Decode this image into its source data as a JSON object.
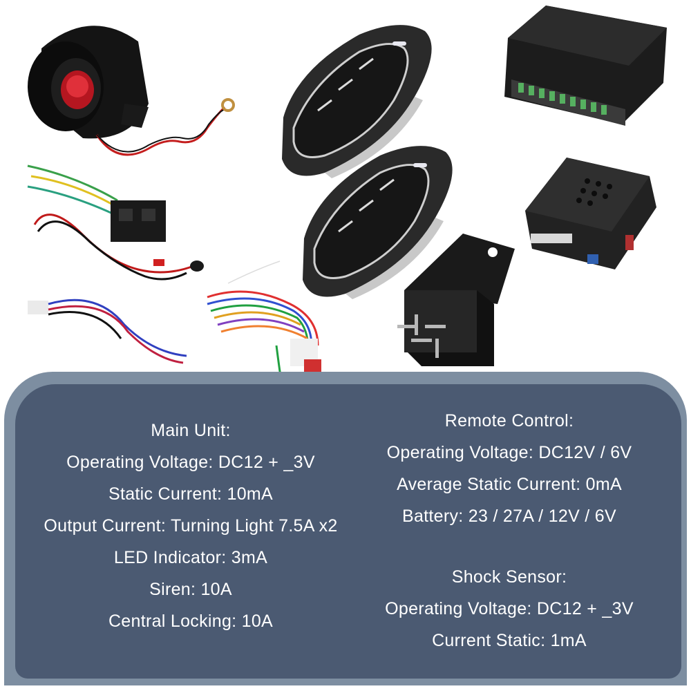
{
  "main_unit": {
    "heading": "Main Unit:",
    "lines": [
      "Operating Voltage: DC12 + _3V",
      "Static Current: 10mA",
      "Output Current: Turning Light 7.5A x2",
      "LED Indicator: 3mA",
      "Siren: 10A",
      "Central Locking: 10A"
    ]
  },
  "remote_control": {
    "heading": "Remote Control:",
    "lines": [
      "Operating Voltage: DC12V / 6V",
      "Average Static Current: 0mA",
      "Battery: 23 / 27A / 12V / 6V"
    ]
  },
  "shock_sensor": {
    "heading": "Shock Sensor:",
    "lines": [
      "Operating Voltage: DC12 + _3V",
      "Current Static: 1mA"
    ]
  },
  "colors": {
    "panel_outer": "#7d8ea1",
    "panel_inner": "#4b5a72",
    "text": "#ffffff",
    "siren_red": "#d0202a"
  },
  "icons": [
    "siren-icon",
    "remote-key-fob-icon",
    "control-box-icon",
    "shock-sensor-icon",
    "relay-icon",
    "wire-harness-icon"
  ]
}
